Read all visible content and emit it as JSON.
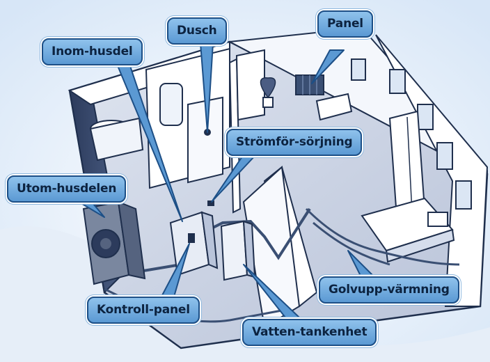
{
  "labels": {
    "inom_husdel": "Inom-husdel",
    "dusch": "Dusch",
    "panel": "Panel",
    "stromforsorjning": "Strömför-sörjning",
    "utom_husdelen": "Utom-husdelen",
    "golvuppvarmning": "Golvupp-värmning",
    "kontroll_panel": "Kontroll-panel",
    "vatten_tankenhet": "Vatten-tankenhet"
  },
  "colors": {
    "label_fill_top": "#8fc2ec",
    "label_fill_bottom": "#5b99d3",
    "label_border": "#1d4f86",
    "label_text": "#0c2340",
    "pipe": "#3a4f73",
    "wall": "#ffffff",
    "floor": "#c7cfe0",
    "outline": "#1f2f4d"
  },
  "icons": [
    "indoor-unit-icon",
    "outdoor-unit-icon",
    "water-tank-icon",
    "control-panel-icon",
    "shower-icon",
    "solar-panel-icon",
    "bed-icon",
    "plant-icon"
  ]
}
